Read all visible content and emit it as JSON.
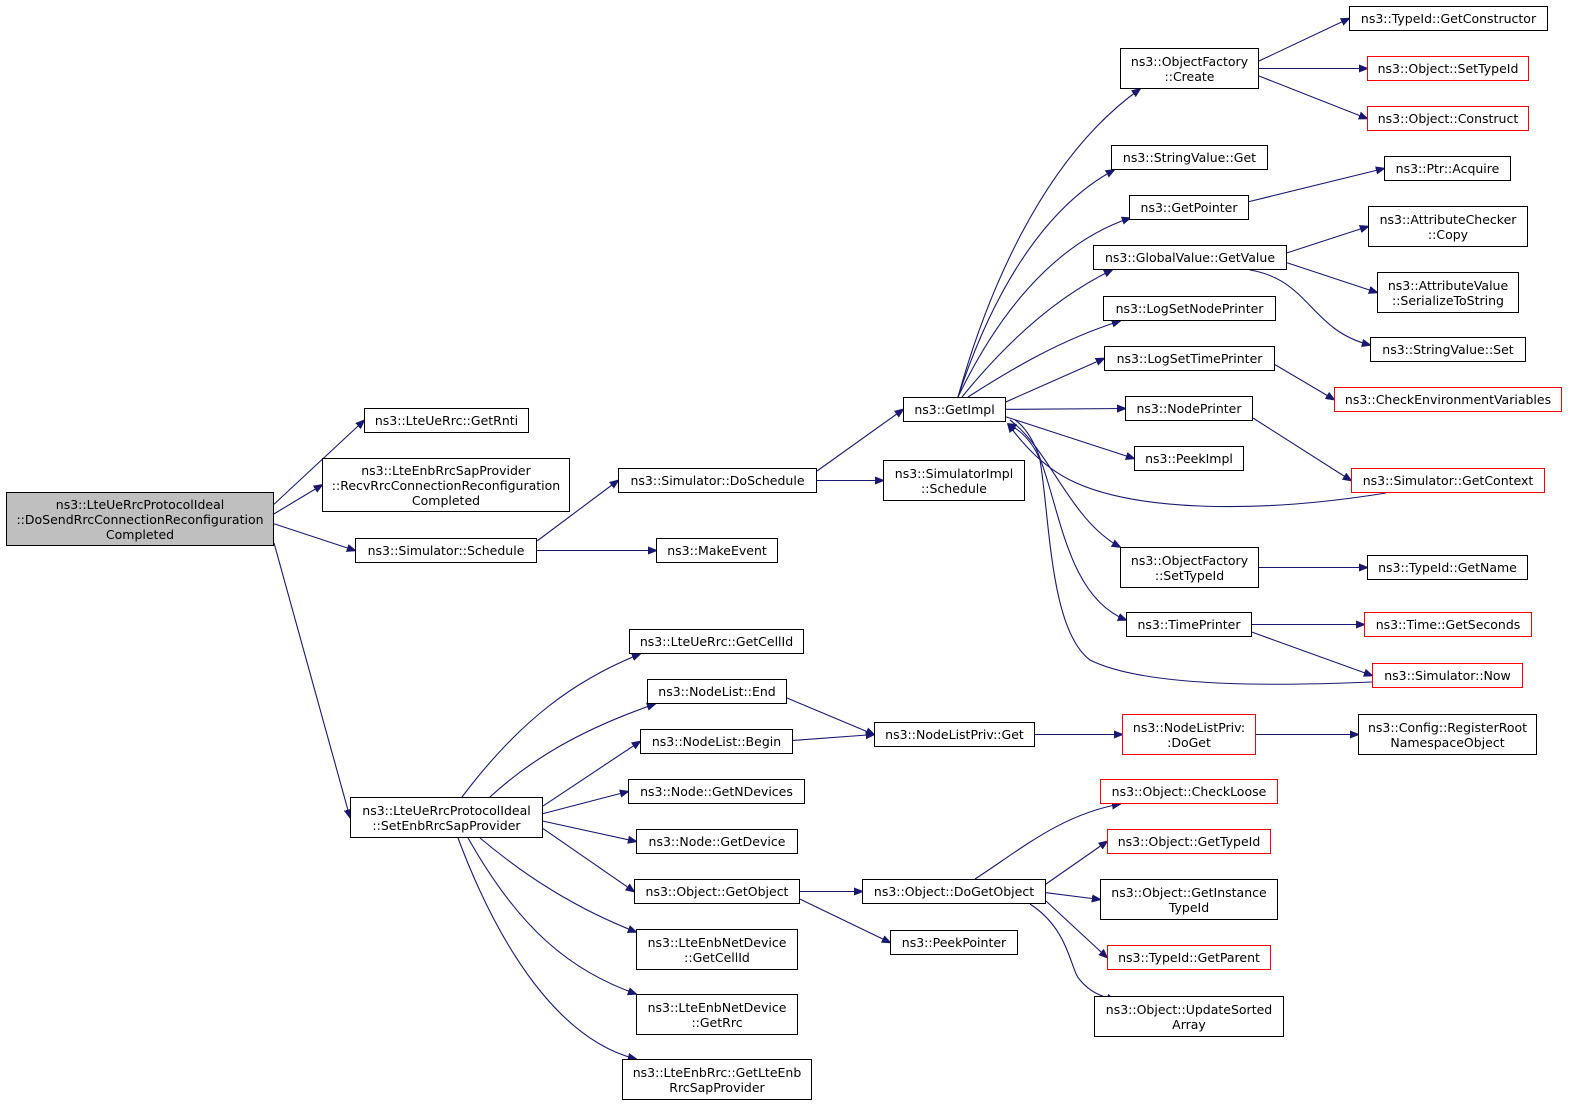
{
  "colors": {
    "edge": "#191970",
    "node_border": "#000000",
    "truncated_node_border": "#ff0000",
    "root_fill": "#bfbfbf"
  },
  "nodes": [
    {
      "id": "root",
      "label": "ns3::LteUeRrcProtocolIdeal\n::DoSendRrcConnectionReconfiguration\nCompleted",
      "style": "root"
    },
    {
      "id": "getrnti",
      "label": "ns3::LteUeRrc::GetRnti",
      "style": "normal"
    },
    {
      "id": "recvrrc",
      "label": "ns3::LteEnbRrcSapProvider\n::RecvRrcConnectionReconfiguration\nCompleted",
      "style": "normal"
    },
    {
      "id": "schedule",
      "label": "ns3::Simulator::Schedule",
      "style": "normal"
    },
    {
      "id": "setenb",
      "label": "ns3::LteUeRrcProtocolIdeal\n::SetEnbRrcSapProvider",
      "style": "normal"
    },
    {
      "id": "doschedule",
      "label": "ns3::Simulator::DoSchedule",
      "style": "normal"
    },
    {
      "id": "makeevent",
      "label": "ns3::MakeEvent",
      "style": "normal"
    },
    {
      "id": "getimpl",
      "label": "ns3::GetImpl",
      "style": "normal"
    },
    {
      "id": "simimplschedule",
      "label": "ns3::SimulatorImpl\n::Schedule",
      "style": "normal"
    },
    {
      "id": "ofcreate",
      "label": "ns3::ObjectFactory\n::Create",
      "style": "normal"
    },
    {
      "id": "stringvalueget",
      "label": "ns3::StringValue::Get",
      "style": "normal"
    },
    {
      "id": "getpointer",
      "label": "ns3::GetPointer",
      "style": "normal"
    },
    {
      "id": "globalvalue",
      "label": "ns3::GlobalValue::GetValue",
      "style": "normal"
    },
    {
      "id": "logsetnode",
      "label": "ns3::LogSetNodePrinter",
      "style": "normal"
    },
    {
      "id": "logsettime",
      "label": "ns3::LogSetTimePrinter",
      "style": "normal"
    },
    {
      "id": "nodeprinter",
      "label": "ns3::NodePrinter",
      "style": "normal"
    },
    {
      "id": "peekimpl",
      "label": "ns3::PeekImpl",
      "style": "normal"
    },
    {
      "id": "ofsettypeid",
      "label": "ns3::ObjectFactory\n::SetTypeId",
      "style": "normal"
    },
    {
      "id": "timeprinter",
      "label": "ns3::TimePrinter",
      "style": "normal"
    },
    {
      "id": "getconstructor",
      "label": "ns3::TypeId::GetConstructor",
      "style": "normal"
    },
    {
      "id": "objsettypeid",
      "label": "ns3::Object::SetTypeId",
      "style": "red"
    },
    {
      "id": "objconstruct",
      "label": "ns3::Object::Construct",
      "style": "red"
    },
    {
      "id": "ptracquire",
      "label": "ns3::Ptr::Acquire",
      "style": "normal"
    },
    {
      "id": "attrcheckercopy",
      "label": "ns3::AttributeChecker\n::Copy",
      "style": "normal"
    },
    {
      "id": "attrvalueser",
      "label": "ns3::AttributeValue\n::SerializeToString",
      "style": "normal"
    },
    {
      "id": "stringvalueset",
      "label": "ns3::StringValue::Set",
      "style": "normal"
    },
    {
      "id": "checkenv",
      "label": "ns3::CheckEnvironmentVariables",
      "style": "red"
    },
    {
      "id": "getcontext",
      "label": "ns3::Simulator::GetContext",
      "style": "red"
    },
    {
      "id": "typeidgetname",
      "label": "ns3::TypeId::GetName",
      "style": "normal"
    },
    {
      "id": "timegetseconds",
      "label": "ns3::Time::GetSeconds",
      "style": "red"
    },
    {
      "id": "simnow",
      "label": "ns3::Simulator::Now",
      "style": "red"
    },
    {
      "id": "getcellid",
      "label": "ns3::LteUeRrc::GetCellId",
      "style": "normal"
    },
    {
      "id": "nodelistend",
      "label": "ns3::NodeList::End",
      "style": "normal"
    },
    {
      "id": "nodelistbegin",
      "label": "ns3::NodeList::Begin",
      "style": "normal"
    },
    {
      "id": "getndevices",
      "label": "ns3::Node::GetNDevices",
      "style": "normal"
    },
    {
      "id": "getdevice",
      "label": "ns3::Node::GetDevice",
      "style": "normal"
    },
    {
      "id": "getobject",
      "label": "ns3::Object::GetObject",
      "style": "normal"
    },
    {
      "id": "enbnetcellid",
      "label": "ns3::LteEnbNetDevice\n::GetCellId",
      "style": "normal"
    },
    {
      "id": "enbnetrrc",
      "label": "ns3::LteEnbNetDevice\n::GetRrc",
      "style": "normal"
    },
    {
      "id": "enbrrcgetlte",
      "label": "ns3::LteEnbRrc::GetLteEnb\nRrcSapProvider",
      "style": "normal"
    },
    {
      "id": "nodelistprivget",
      "label": "ns3::NodeListPriv::Get",
      "style": "normal"
    },
    {
      "id": "nodelistprivdoget",
      "label": "ns3::NodeListPriv:\n:DoGet",
      "style": "red"
    },
    {
      "id": "configregister",
      "label": "ns3::Config::RegisterRoot\nNamespaceObject",
      "style": "normal"
    },
    {
      "id": "dogetobject",
      "label": "ns3::Object::DoGetObject",
      "style": "normal"
    },
    {
      "id": "peekpointer",
      "label": "ns3::PeekPointer",
      "style": "normal"
    },
    {
      "id": "checkloose",
      "label": "ns3::Object::CheckLoose",
      "style": "red"
    },
    {
      "id": "objgettypeid",
      "label": "ns3::Object::GetTypeId",
      "style": "red"
    },
    {
      "id": "getinstancetypeid",
      "label": "ns3::Object::GetInstance\nTypeId",
      "style": "normal"
    },
    {
      "id": "typeidgetparent",
      "label": "ns3::TypeId::GetParent",
      "style": "red"
    },
    {
      "id": "updatesorted",
      "label": "ns3::Object::UpdateSorted\nArray",
      "style": "normal"
    }
  ],
  "edges": [
    [
      "root",
      "getrnti"
    ],
    [
      "root",
      "recvrrc"
    ],
    [
      "root",
      "schedule"
    ],
    [
      "root",
      "setenb"
    ],
    [
      "schedule",
      "doschedule"
    ],
    [
      "schedule",
      "makeevent"
    ],
    [
      "doschedule",
      "getimpl"
    ],
    [
      "doschedule",
      "simimplschedule"
    ],
    [
      "getimpl",
      "ofcreate"
    ],
    [
      "getimpl",
      "stringvalueget"
    ],
    [
      "getimpl",
      "getpointer"
    ],
    [
      "getimpl",
      "globalvalue"
    ],
    [
      "getimpl",
      "logsetnode"
    ],
    [
      "getimpl",
      "logsettime"
    ],
    [
      "getimpl",
      "nodeprinter"
    ],
    [
      "getimpl",
      "peekimpl"
    ],
    [
      "getimpl",
      "ofsettypeid"
    ],
    [
      "getimpl",
      "timeprinter"
    ],
    [
      "ofcreate",
      "getconstructor"
    ],
    [
      "ofcreate",
      "objsettypeid"
    ],
    [
      "ofcreate",
      "objconstruct"
    ],
    [
      "getpointer",
      "ptracquire"
    ],
    [
      "globalvalue",
      "attrcheckercopy"
    ],
    [
      "globalvalue",
      "attrvalueser"
    ],
    [
      "globalvalue",
      "stringvalueset"
    ],
    [
      "logsettime",
      "checkenv"
    ],
    [
      "nodeprinter",
      "getcontext"
    ],
    [
      "getcontext",
      "getimpl"
    ],
    [
      "ofsettypeid",
      "typeidgetname"
    ],
    [
      "timeprinter",
      "timegetseconds"
    ],
    [
      "timeprinter",
      "simnow"
    ],
    [
      "simnow",
      "getimpl"
    ],
    [
      "setenb",
      "getcellid"
    ],
    [
      "setenb",
      "nodelistend"
    ],
    [
      "setenb",
      "nodelistbegin"
    ],
    [
      "setenb",
      "getndevices"
    ],
    [
      "setenb",
      "getdevice"
    ],
    [
      "setenb",
      "getobject"
    ],
    [
      "setenb",
      "enbnetcellid"
    ],
    [
      "setenb",
      "enbnetrrc"
    ],
    [
      "setenb",
      "enbrrcgetlte"
    ],
    [
      "nodelistend",
      "nodelistprivget"
    ],
    [
      "nodelistbegin",
      "nodelistprivget"
    ],
    [
      "nodelistprivget",
      "nodelistprivdoget"
    ],
    [
      "nodelistprivdoget",
      "configregister"
    ],
    [
      "getobject",
      "dogetobject"
    ],
    [
      "getobject",
      "peekpointer"
    ],
    [
      "dogetobject",
      "checkloose"
    ],
    [
      "dogetobject",
      "objgettypeid"
    ],
    [
      "dogetobject",
      "getinstancetypeid"
    ],
    [
      "dogetobject",
      "typeidgetparent"
    ],
    [
      "dogetobject",
      "updatesorted"
    ]
  ]
}
